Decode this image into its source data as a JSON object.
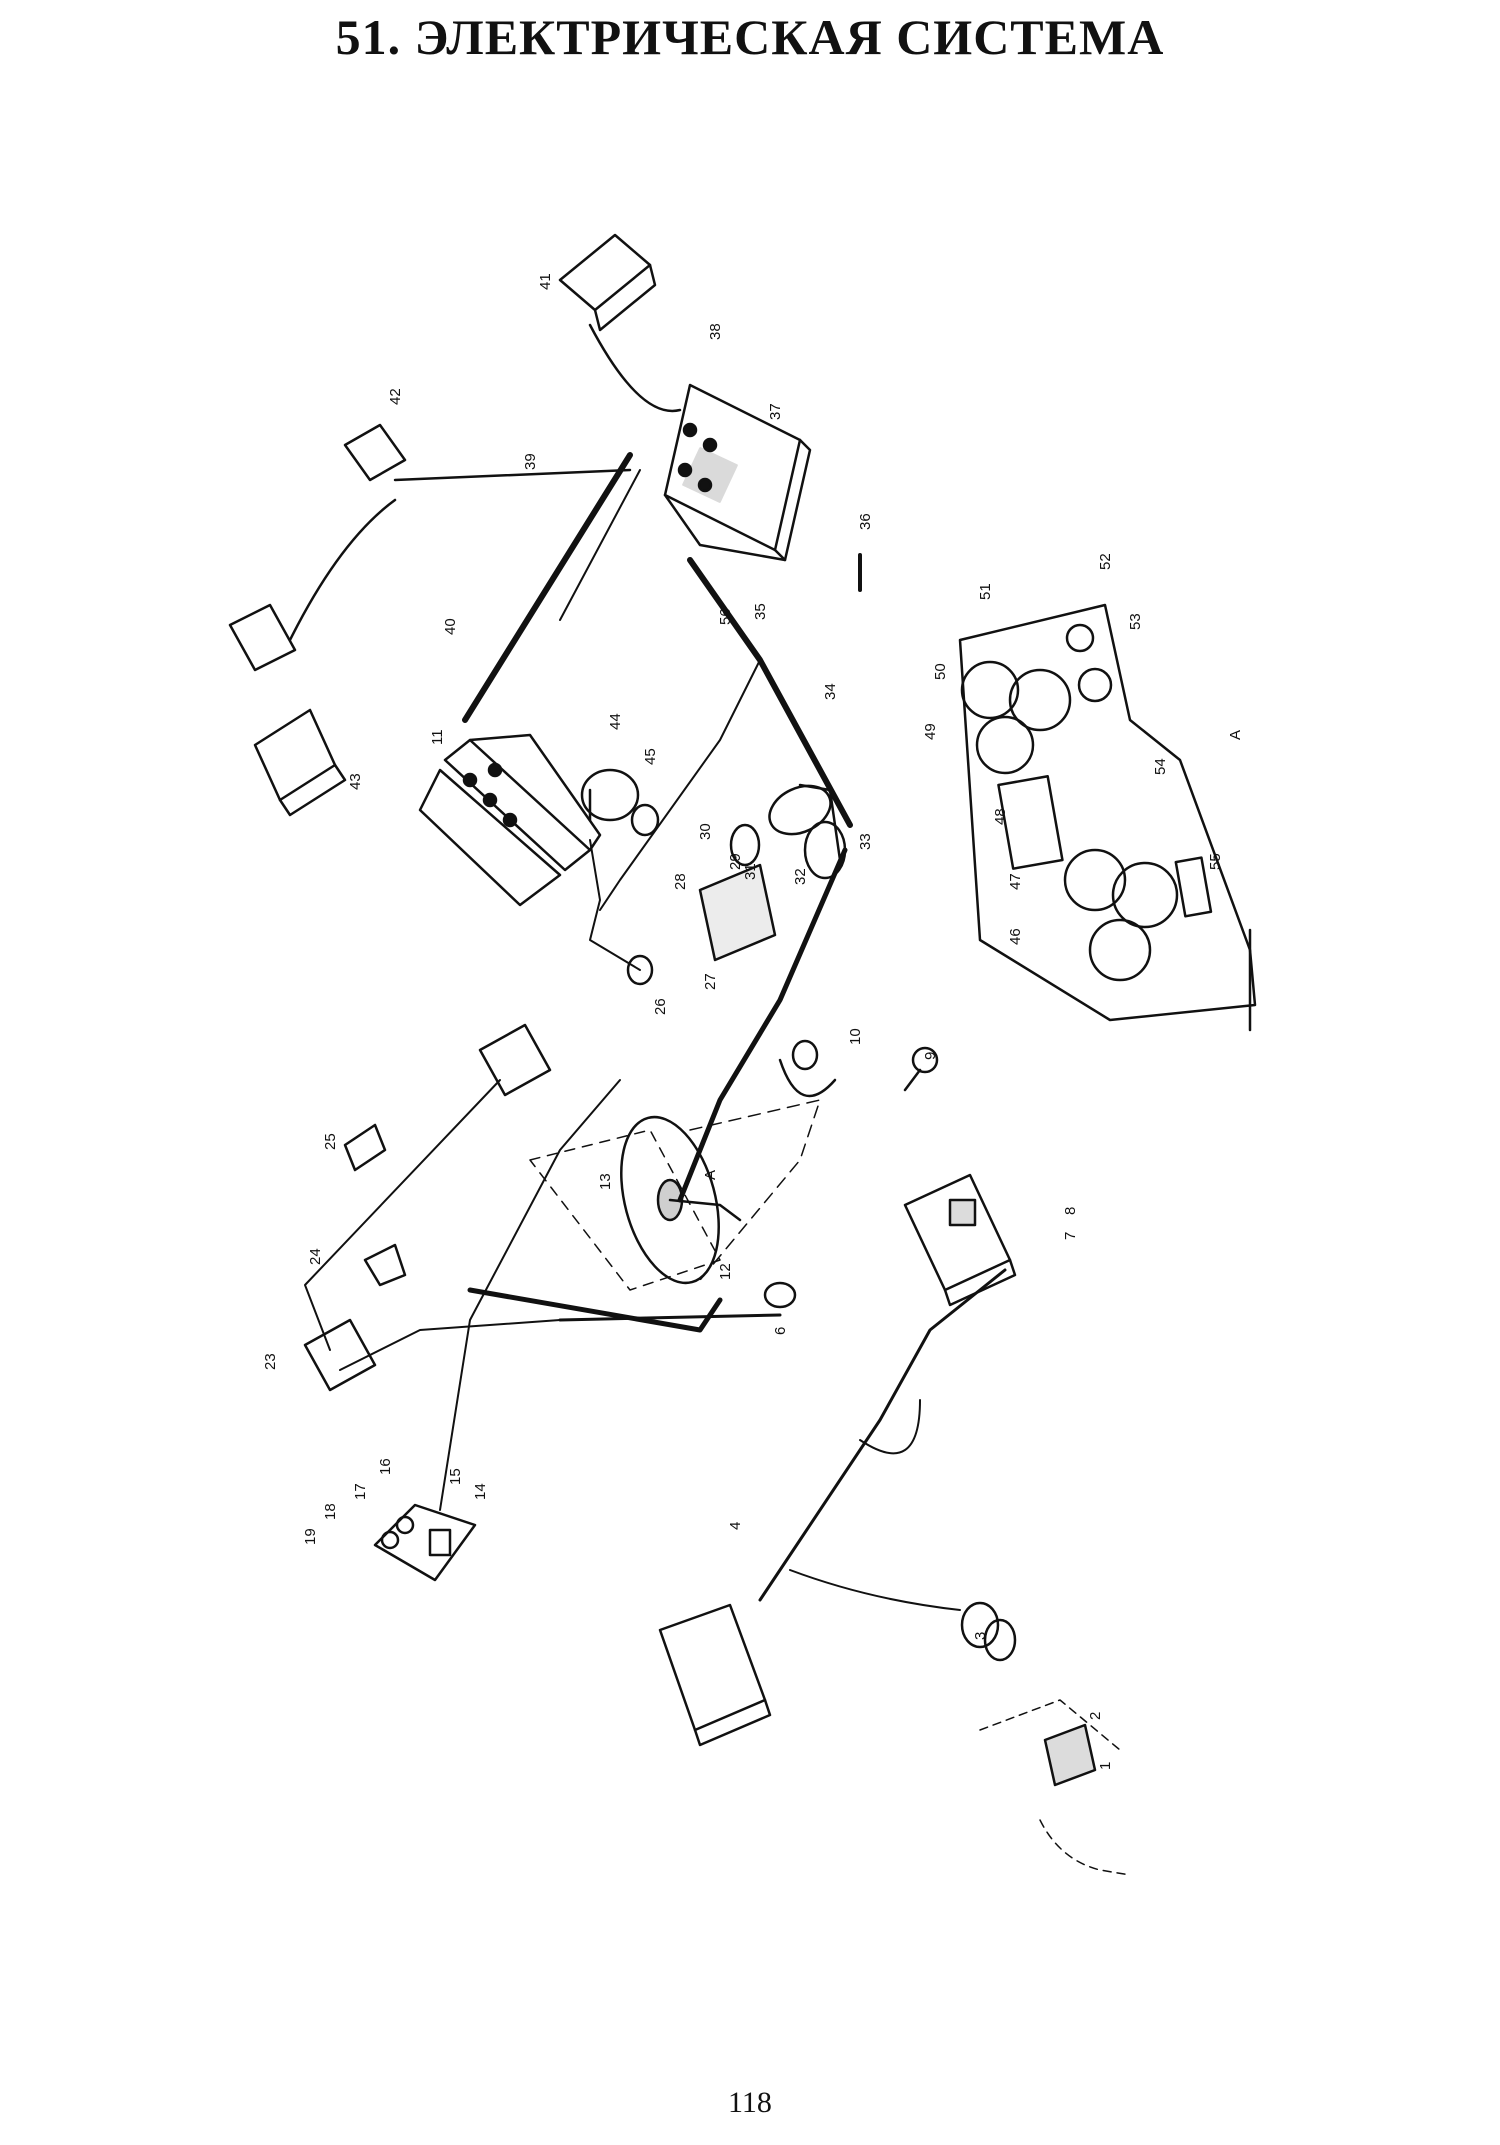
{
  "page": {
    "title": "51. ЭЛЕКТРИЧЕСКАЯ СИСТЕМА",
    "view_label": "А",
    "page_number": "118"
  },
  "callouts": [
    "1",
    "2",
    "3",
    "4",
    "6",
    "7",
    "8",
    "9",
    "10",
    "11",
    "12",
    "13",
    "14",
    "15",
    "16",
    "17",
    "18",
    "19",
    "23",
    "24",
    "25",
    "26",
    "27",
    "28",
    "29",
    "30",
    "31",
    "32",
    "33",
    "34",
    "35",
    "36",
    "37",
    "38",
    "39",
    "40",
    "41",
    "42",
    "43",
    "44",
    "45",
    "46",
    "47",
    "48",
    "49",
    "50",
    "51",
    "52",
    "53",
    "54",
    "55",
    "56"
  ]
}
